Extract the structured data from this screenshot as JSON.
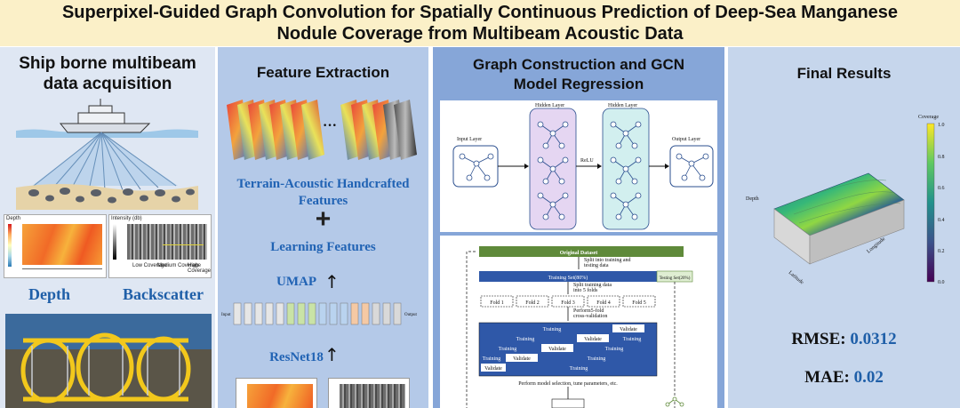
{
  "title": {
    "line1": "Superpixel-Guided Graph Convolution for Spatially Continuous Prediction of Deep-Sea Manganese",
    "line2": "Nodule Coverage from Multibeam Acoustic Data"
  },
  "panel1": {
    "title_line1": "Ship borne multibeam",
    "title_line2": "data acquisition",
    "depth_map_label": "Depth",
    "intensity_map_label": "Intensity (db)",
    "legend_low": "Low Coverage",
    "legend_medium": "Medium Coverage",
    "legend_high": "High Coverage",
    "depth_caption": "Depth",
    "backscatter_caption": "Backscatter"
  },
  "panel2": {
    "title": "Feature Extraction",
    "dots": "···",
    "handcrafted_line1": "Terrain-Acoustic Handcrafted",
    "handcrafted_line2": "Features",
    "plus": "+",
    "learning": "Learning Features",
    "umap": "UMAP",
    "resnet": "ResNet18",
    "input_label": "Input",
    "output_label": "Output"
  },
  "panel3": {
    "title_line1": "Graph Construction and GCN",
    "title_line2": "Model Regression",
    "input_layer": "Input Layer",
    "hidden_layer_1": "Hidden Layer",
    "hidden_layer_2": "Hidden Layer",
    "output_layer": "Output Layer",
    "relu": "ReLU",
    "original_dataset": "Original Dataset",
    "split_line1": "Split into training and",
    "split_line2": "testing data",
    "training_set": "Training Set(80%)",
    "testing_set": "Testing Set(20%)",
    "split_folds_line1": "Split training data",
    "split_folds_line2": "into 5 folds",
    "folds": [
      "Fold 1",
      "Fold 2",
      "Fold 3",
      "Fold 4",
      "Fold 5"
    ],
    "cv_line1": "Perform5-fold",
    "cv_line2": "cross-validation",
    "training": "Training",
    "validate": "Validate",
    "selection": "Perform model selection, tune parameters, etc."
  },
  "panel4": {
    "title": "Final Results",
    "colorbar_title": "Coverage",
    "colorbar_ticks": [
      "1.0",
      "0.8",
      "0.6",
      "0.4",
      "0.2",
      "0.0"
    ],
    "axis_depth": "Depth",
    "axis_latitude": "Latitude",
    "axis_longitude": "Longitude",
    "rmse_label": "RMSE:",
    "rmse_value": "0.0312",
    "mae_label": "MAE:",
    "mae_value": "0.02"
  },
  "colors": {
    "title_bg": "#fbf0c8",
    "panel1_bg": "#dfe7f3",
    "panel2_bg": "#b4c9e8",
    "panel3_bg": "#86a6d8",
    "panel4_bg": "#c6d6ec",
    "accent_blue": "#1f5fa8",
    "flow_blue": "#2f58a8",
    "dataset_green": "#5f8a3a"
  }
}
